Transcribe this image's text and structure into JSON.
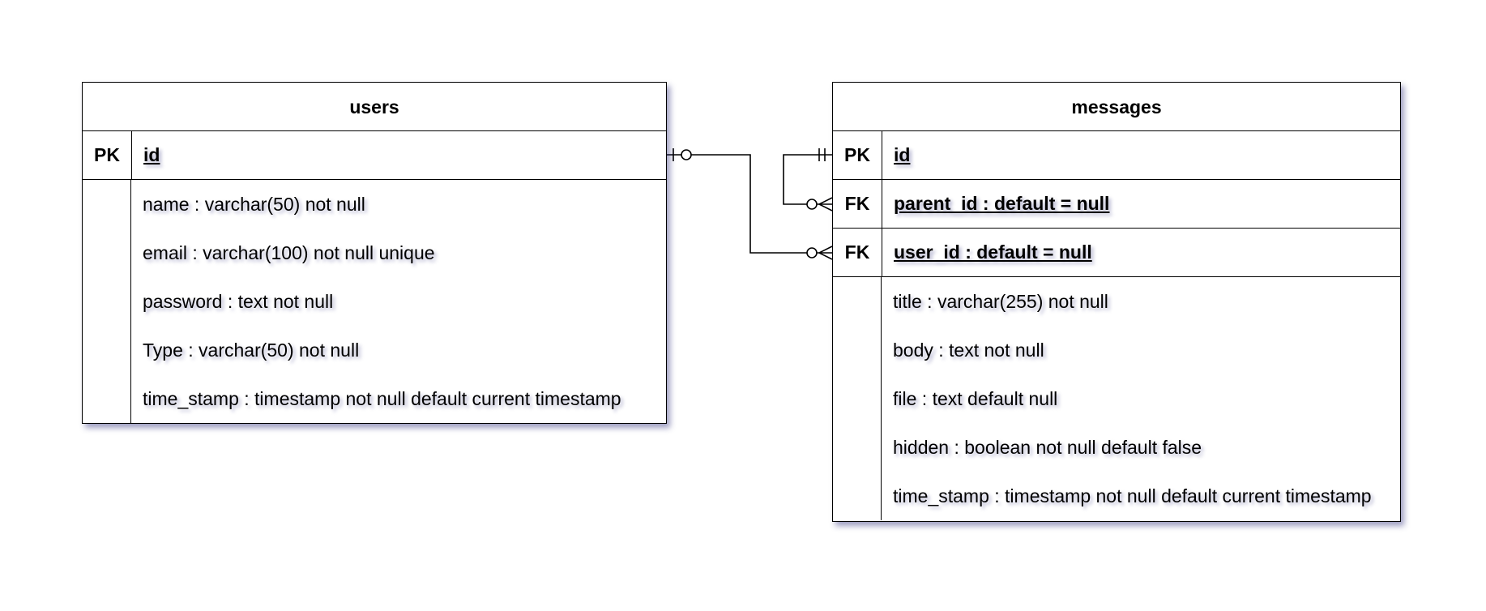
{
  "users": {
    "name": "users",
    "pk_rows": [
      {
        "key": "PK",
        "field": "id"
      }
    ],
    "attributes": [
      "name : varchar(50) not null",
      "email : varchar(100) not null unique",
      "password : text not null",
      "Type :  varchar(50) not null",
      "time_stamp : timestamp not null default current timestamp"
    ]
  },
  "messages": {
    "name": "messages",
    "key_rows": [
      {
        "key": "PK",
        "field": "id"
      },
      {
        "key": "FK",
        "field": "parent_id : default = null"
      },
      {
        "key": "FK",
        "field": "user_id : default =  null"
      }
    ],
    "attributes": [
      "title : varchar(255) not null",
      "body : text not null",
      "file : text default null",
      "hidden : boolean not null default false",
      "time_stamp : timestamp not null default current timestamp"
    ]
  },
  "relationships": [
    {
      "from": "users.id",
      "from_cardinality": "zero-or-one",
      "to": "messages.user_id",
      "to_cardinality": "zero-or-many"
    },
    {
      "from": "messages.id",
      "from_cardinality": "exactly-one",
      "to": "messages.parent_id",
      "to_cardinality": "zero-or-many"
    }
  ]
}
